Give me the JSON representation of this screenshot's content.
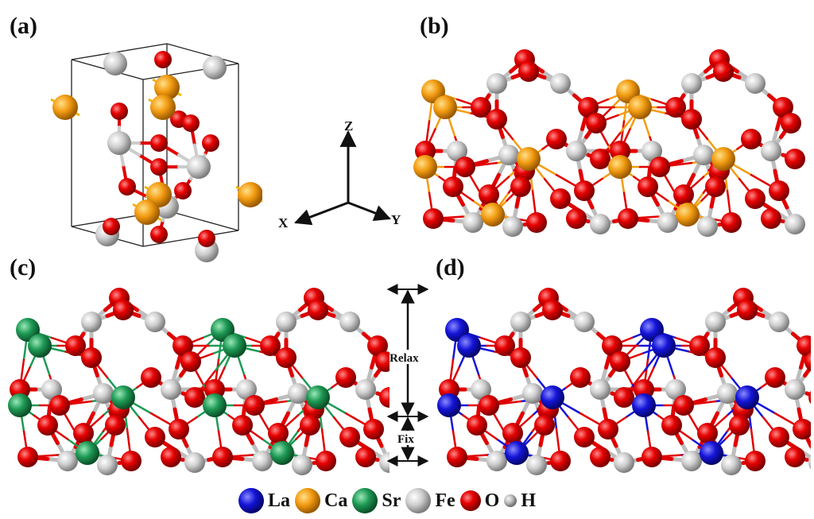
{
  "panels": {
    "a": "(a)",
    "b": "(b)",
    "c": "(c)",
    "d": "(d)"
  },
  "axes": {
    "z": "Z",
    "x": "X",
    "y": "Y"
  },
  "dimension_labels": {
    "relax": "Relax",
    "fix": "Fix"
  },
  "legend": [
    {
      "label": "La",
      "color": "#1414d8",
      "icon": "la-atom-icon"
    },
    {
      "label": "Ca",
      "color": "#f39c12",
      "icon": "ca-atom-icon"
    },
    {
      "label": "Sr",
      "color": "#1e9a55",
      "icon": "sr-atom-icon"
    },
    {
      "label": "Fe",
      "color": "#c8c8c8",
      "icon": "fe-atom-icon"
    },
    {
      "label": "O",
      "color": "#e00000",
      "icon": "o-atom-icon"
    },
    {
      "label": "H",
      "color": "#a0a0a0",
      "icon": "h-atom-icon"
    }
  ]
}
